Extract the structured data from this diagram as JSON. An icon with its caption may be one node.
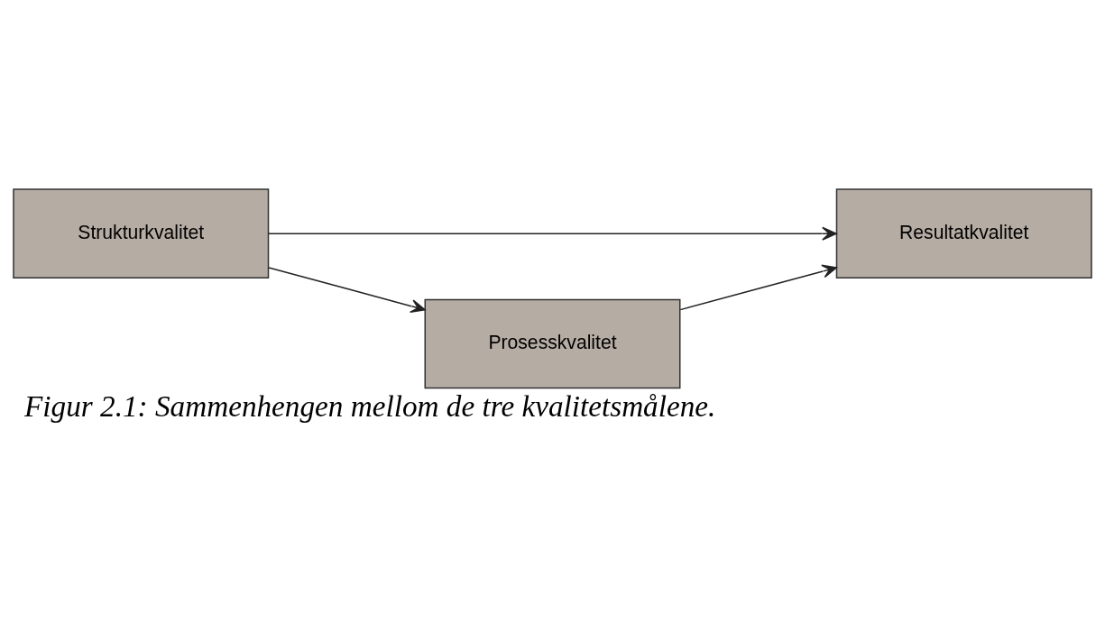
{
  "diagram": {
    "caption": "Figur 2.1: Sammenhengen mellom de tre kvalitetsmålene.",
    "nodes": [
      {
        "text": [
          "Strukturkvalitet"
        ]
      },
      {
        "text": [
          "Resultatkvalitet"
        ]
      },
      {
        "text": [
          "Prosesskvalitet"
        ]
      }
    ],
    "edges": [
      {
        "from": 0,
        "to": 1,
        "arrow": "to"
      },
      {
        "from": 0,
        "to": 2,
        "arrow": "to"
      },
      {
        "from": 2,
        "to": 1,
        "arrow": "to"
      }
    ]
  }
}
